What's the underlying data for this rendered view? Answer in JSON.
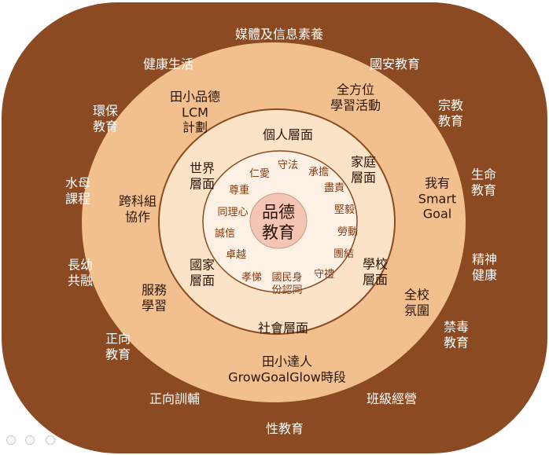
{
  "center": {
    "title": "品德\n教育"
  },
  "values_ring": {
    "items": [
      "守法",
      "仁愛",
      "承擔",
      "尊重",
      "盡責",
      "同理心",
      "堅毅",
      "誠信",
      "勞動",
      "卓越",
      "團結",
      "孝悌",
      "國民身\n份認同",
      "守禮"
    ]
  },
  "levels_ring": {
    "items": [
      "個人層面",
      "世界\n層面",
      "家庭\n層面",
      "國家\n層面",
      "學校\n層面",
      "社會層面"
    ]
  },
  "school_ring": {
    "items": [
      "田小品德\nLCM\n計劃",
      "全方位\n學習活動",
      "我有\nSmart\nGoal",
      "跨科組\n協作",
      "服務\n學習",
      "全校\n氛圍",
      "田小達人\nGrowGoalGlow時段"
    ]
  },
  "outer_ring": {
    "items": [
      "媒體及信息素養",
      "健康生活",
      "國安教育",
      "環保\n教育",
      "宗教\n教育",
      "水母\n課程",
      "生命\n教育",
      "長幼\n共融",
      "精神\n健康",
      "正向\n教育",
      "禁毒\n教育",
      "正向訓輔",
      "班級經營",
      "性教育"
    ]
  },
  "colors": {
    "outer_ring": "#8b4a21",
    "school_ring": "#f2c08f",
    "levels_ring": "#fbe3c8",
    "values_ring": "#fdf0e4",
    "center": "#f4c4b4",
    "ring_border": "#8b4a21",
    "value_text": "#8a3a10"
  },
  "icons": [
    "prev-slide-icon",
    "next-slide-icon",
    "menu-icon"
  ]
}
